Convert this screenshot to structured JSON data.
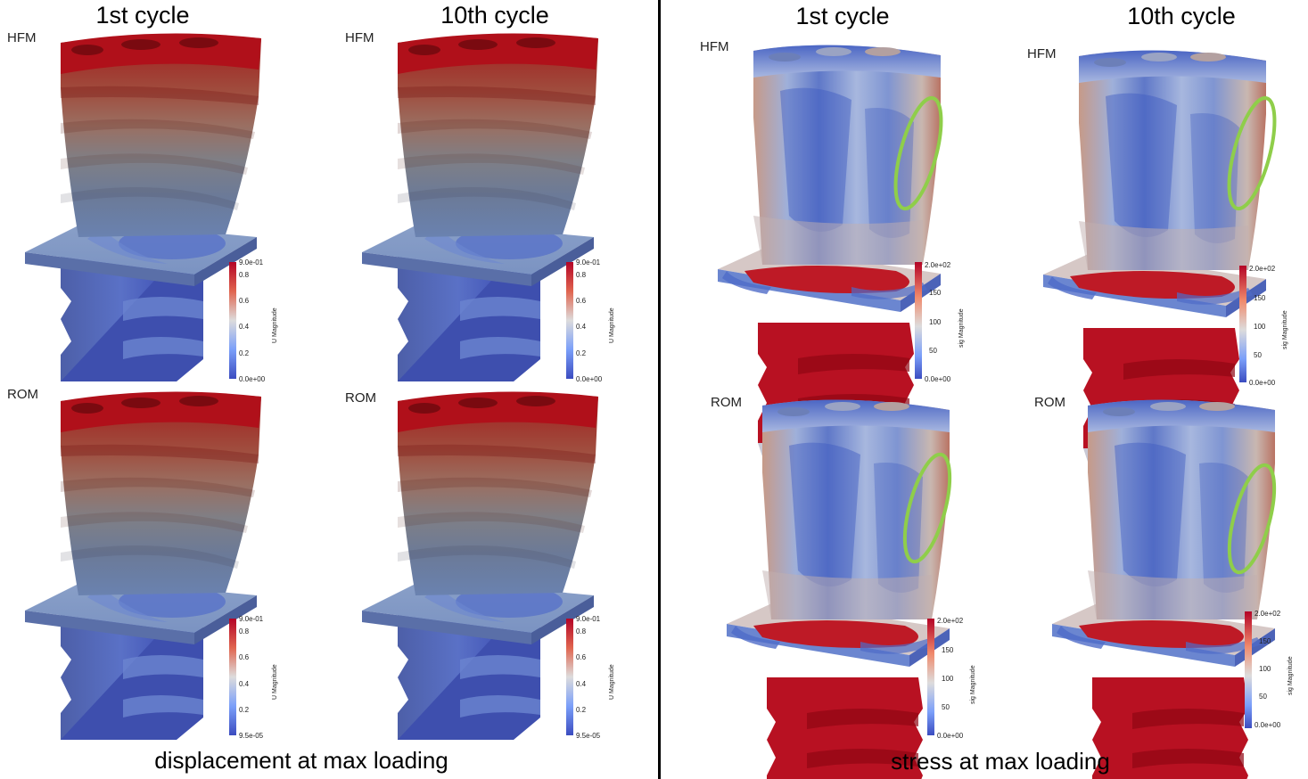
{
  "headings": {
    "disp_first": "1st cycle",
    "disp_tenth": "10th cycle",
    "stress_first": "1st cycle",
    "stress_tenth": "10th cycle"
  },
  "models": {
    "hfm": "HFM",
    "rom": "ROM"
  },
  "captions": {
    "displacement": "displacement at max loading",
    "stress": "stress at max loading"
  },
  "colorbars": {
    "displacement": {
      "title": "U Magnitude",
      "hfm_max": "9.0e-01",
      "hfm_min": "0.0e+00",
      "rom_max": "9.0e-01",
      "rom_min": "9.5e-05",
      "ticks": [
        "0.8",
        "0.6",
        "0.4",
        "0.2"
      ]
    },
    "stress": {
      "title": "sig Magnitude",
      "max": "2.0e+02",
      "min": "0.0e+00",
      "ticks": [
        "150",
        "100",
        "50"
      ]
    }
  },
  "colors": {
    "high": "#b40426",
    "low": "#3b4cc0",
    "highlight": "#8fce4a"
  }
}
